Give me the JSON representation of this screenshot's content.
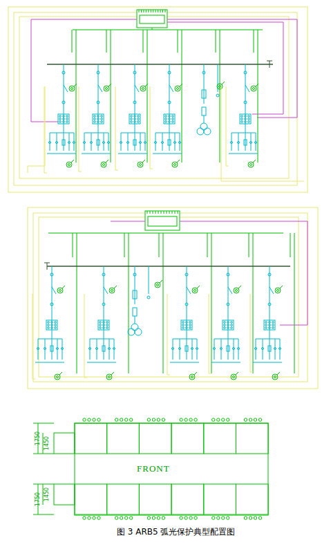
{
  "diagram": {
    "caption": "图 3 ARB5 弧光保护典型配置图",
    "labels": [
      "1750",
      "1450",
      "1750",
      "1450",
      "FRONT"
    ]
  }
}
